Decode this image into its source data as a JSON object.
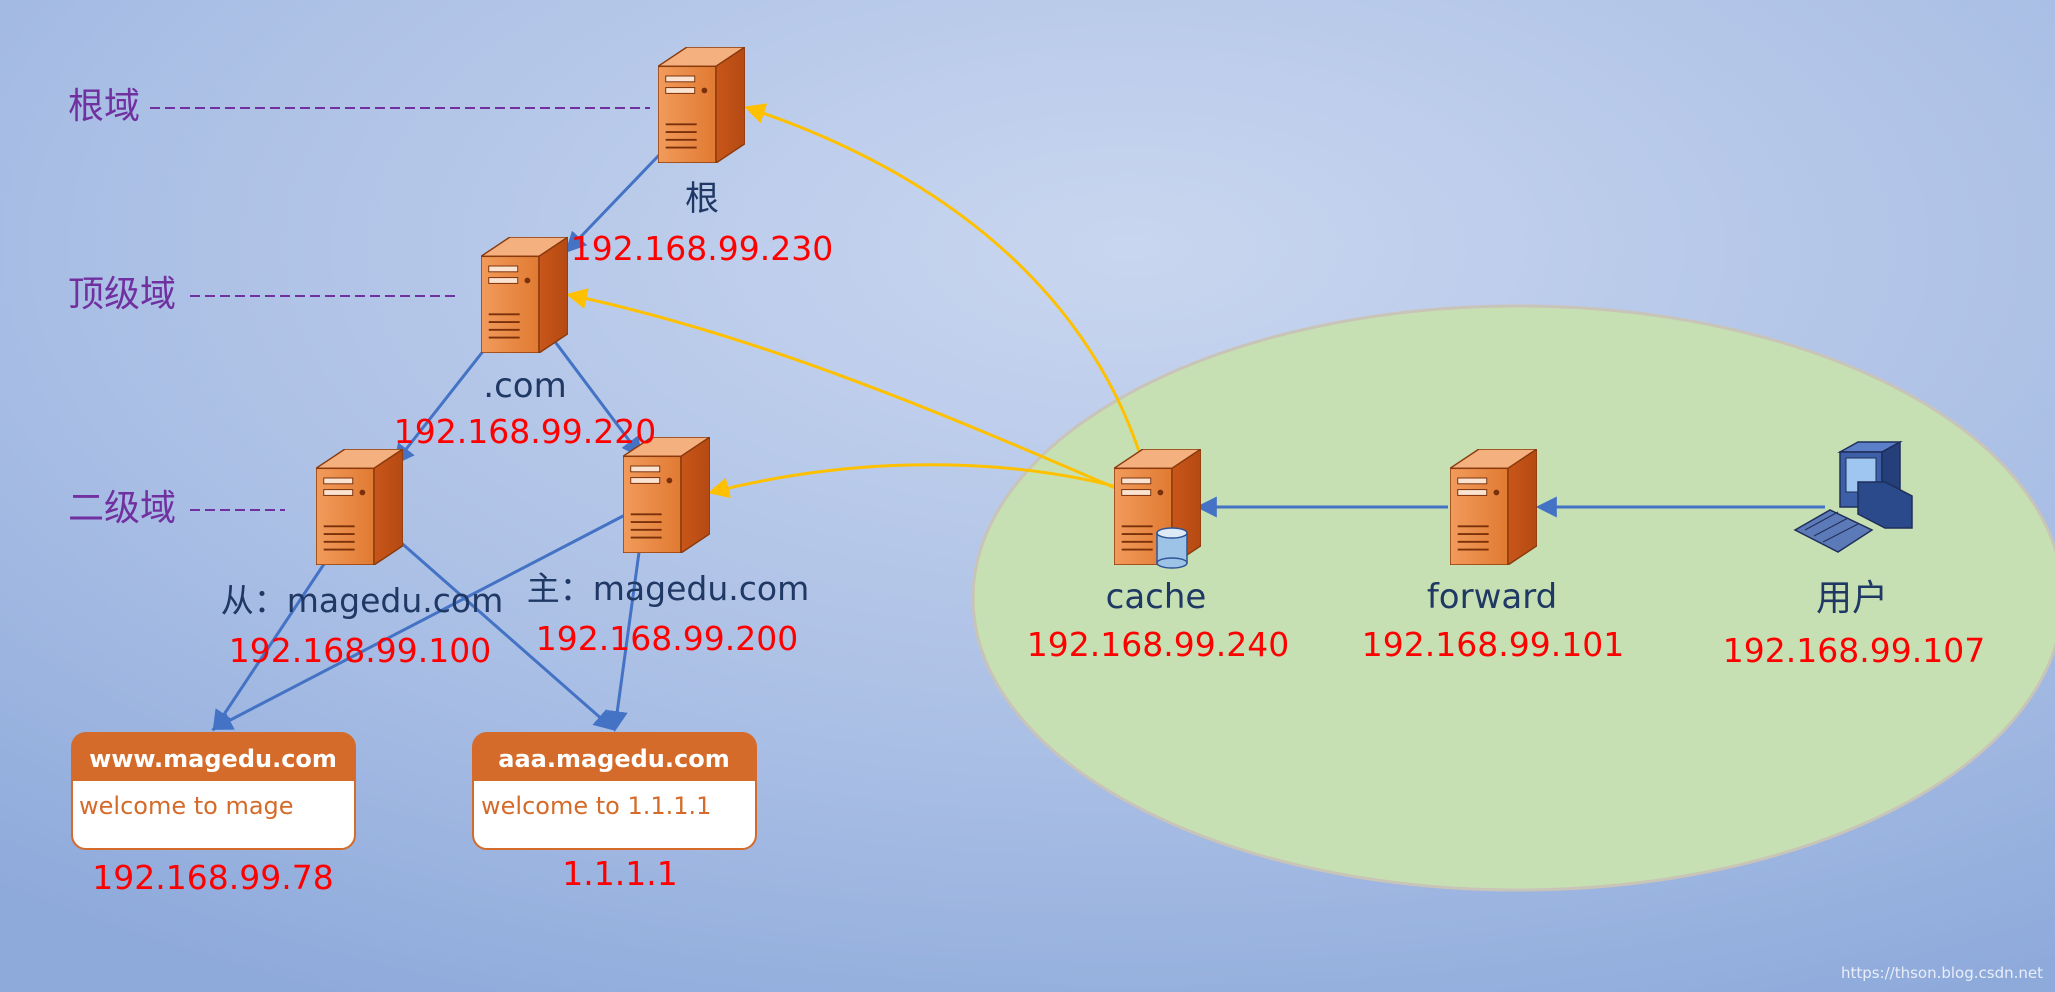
{
  "levels": {
    "root": "根域",
    "tld": "顶级域",
    "second": "二级域"
  },
  "servers": {
    "root": {
      "name": "根",
      "ip": "192.168.99.230"
    },
    "com": {
      "name": ".com",
      "ip": "192.168.99.220"
    },
    "slave": {
      "name": "从：magedu.com",
      "ip": "192.168.99.100"
    },
    "master": {
      "name": "主：magedu.com",
      "ip": "192.168.99.200"
    },
    "cache": {
      "name": "cache",
      "ip": "192.168.99.240"
    },
    "forward": {
      "name": "forward",
      "ip": "192.168.99.101"
    },
    "user": {
      "name": "用户",
      "ip": "192.168.99.107"
    }
  },
  "hosts": {
    "www": {
      "title": "www.magedu.com",
      "content": "welcome to mage",
      "ip": "192.168.99.78"
    },
    "aaa": {
      "title": "aaa.magedu.com",
      "content": "welcome to 1.1.1.1",
      "ip": "1.1.1.1"
    }
  },
  "watermark": "https://thson.blog.csdn.net",
  "colors": {
    "label_purple": "#7030a0",
    "ip_red": "#ff0000",
    "name_blue": "#1f3864",
    "blue_arrow": "#4472c4",
    "gold_arrow": "#ffc000",
    "server_orange": "#e8762c",
    "lan_green": "#c6e0b4",
    "host_header": "#d46b2a"
  }
}
